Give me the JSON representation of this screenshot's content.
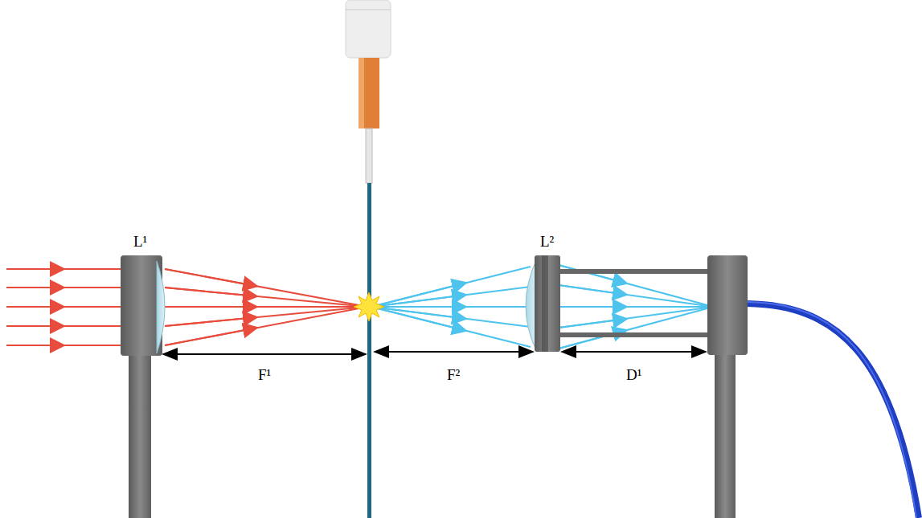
{
  "diagram": {
    "labels": [
      "L¹",
      "L²",
      "F¹",
      "F²",
      "D¹"
    ]
  }
}
